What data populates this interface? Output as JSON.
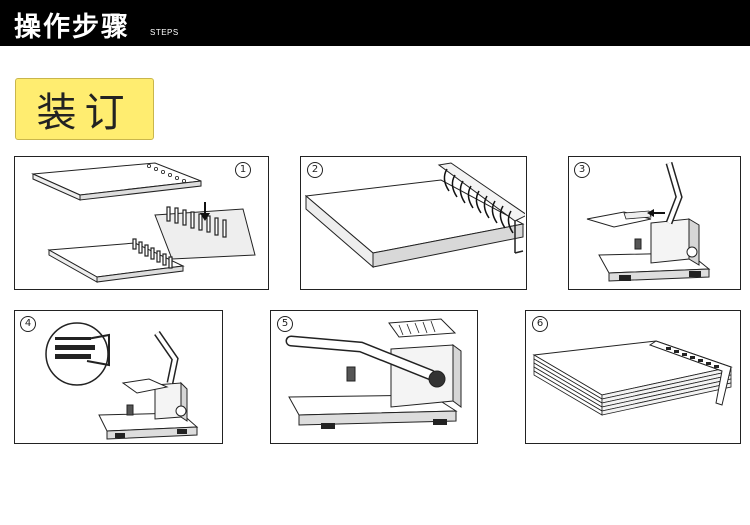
{
  "header": {
    "title": "操作步骤",
    "subtitle": "STEPS"
  },
  "section": {
    "label": "装订"
  },
  "steps": [
    {
      "number": "1"
    },
    {
      "number": "2"
    },
    {
      "number": "3"
    },
    {
      "number": "4"
    },
    {
      "number": "5"
    },
    {
      "number": "6"
    }
  ]
}
